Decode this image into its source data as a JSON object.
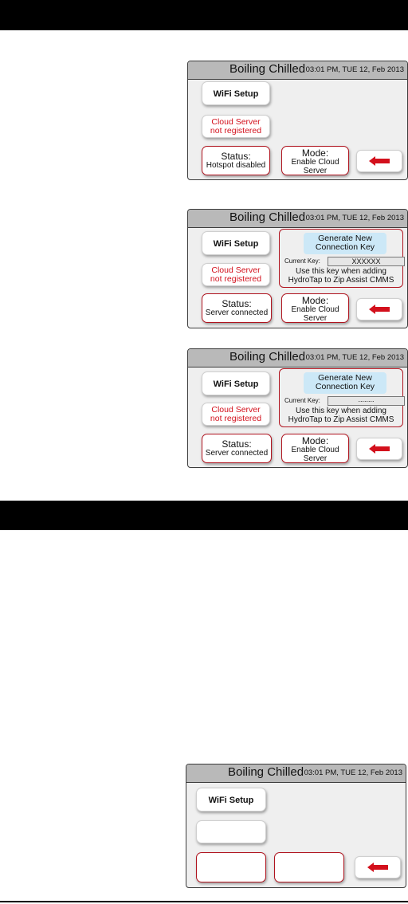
{
  "screens": [
    {
      "title": "Boiling Chilled",
      "datetime": "03:01 PM, TUE 12, Feb 2013",
      "wifi_label": "WiFi Setup",
      "cloud_label": [
        "Cloud Server",
        "not registered"
      ],
      "status_label": [
        "Status:",
        "Hotspot disabled"
      ],
      "mode_label": [
        "Mode:",
        "Enable Cloud",
        "Server"
      ]
    },
    {
      "title": "Boiling Chilled",
      "datetime": "03:01 PM, TUE 12, Feb 2013",
      "wifi_label": "WiFi Setup",
      "cloud_label": [
        "Cloud Server",
        "not registered"
      ],
      "status_label": [
        "Status:",
        "Server connected"
      ],
      "mode_label": [
        "Mode:",
        "Enable Cloud",
        "Server"
      ],
      "key_panel": {
        "generate_label": [
          "Generate New",
          "Connection Key"
        ],
        "current_key_label": "Current Key:",
        "current_key_value": "XXXXXX",
        "note": [
          "Use this key when adding",
          "HydroTap to Zip Assist CMMS"
        ]
      }
    },
    {
      "title": "Boiling Chilled",
      "datetime": "03:01 PM, TUE 12, Feb 2013",
      "wifi_label": "WiFi Setup",
      "cloud_label": [
        "Cloud Server",
        "not registered"
      ],
      "status_label": [
        "Status:",
        "Server connected"
      ],
      "mode_label": [
        "Mode:",
        "Enable Cloud",
        "Server"
      ],
      "key_panel": {
        "generate_label": [
          "Generate New",
          "Connection Key"
        ],
        "current_key_label": "Current Key:",
        "current_key_value": "........",
        "note": [
          "Use this key when adding",
          "HydroTap to Zip Assist CMMS"
        ]
      }
    },
    {
      "title": "Boiling Chilled",
      "datetime": "03:01 PM, TUE 12, Feb 2013",
      "wifi_label": "WiFi Setup"
    }
  ],
  "colors": {
    "accent_red": "#b0141f",
    "title_bar": "#b9b9b9",
    "key_button": "#cce8f7"
  }
}
